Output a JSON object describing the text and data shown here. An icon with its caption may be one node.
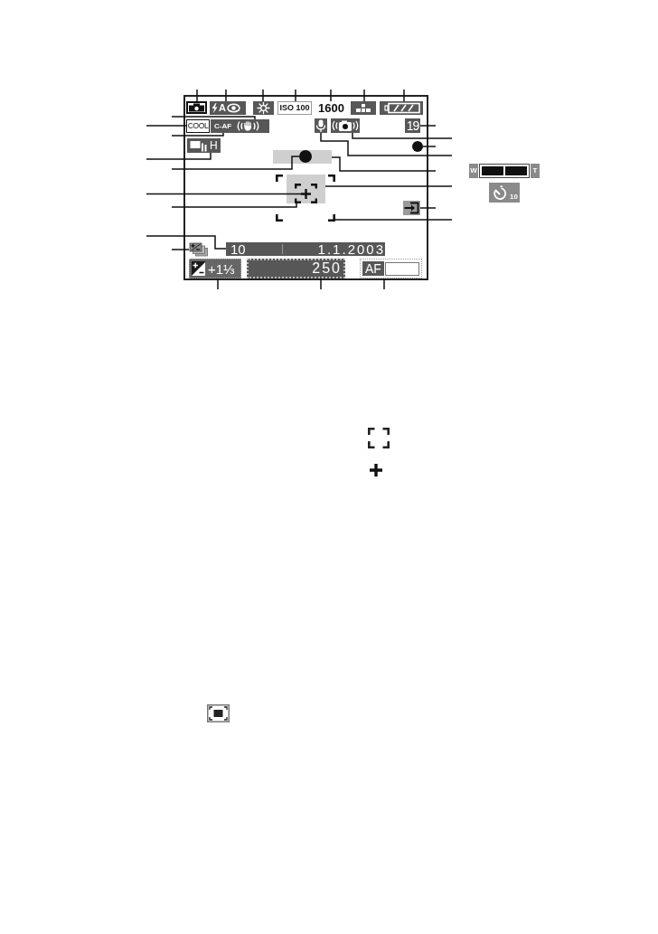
{
  "diagram": {
    "nodes": [
      {
        "text": [],
        "shape": "box"
      },
      {
        "text": [],
        "shape": "picture",
        "in": 0
      },
      {
        "text": [
          "A"
        ],
        "in": 0
      },
      {
        "text": [],
        "shape": "picture",
        "in": 0
      },
      {
        "text": [
          "ISO 100"
        ],
        "in": 0
      },
      {
        "text": [
          "1600"
        ],
        "in": 0
      },
      {
        "text": [],
        "shape": "picture",
        "in": 0
      },
      {
        "text": [],
        "shape": "picture",
        "in": 0
      },
      {
        "text": [
          "COOL"
        ],
        "in": 0
      },
      {
        "text": [
          "C-AF"
        ],
        "in": 0
      },
      {
        "text": [],
        "shape": "picture",
        "in": 0
      },
      {
        "text": [],
        "shape": "picture",
        "in": 0
      },
      {
        "text": [],
        "shape": "picture",
        "in": 0
      },
      {
        "text": [
          "19"
        ],
        "in": 0
      },
      {
        "text": [
          "H"
        ],
        "in": 0
      },
      {
        "text": [],
        "shape": "box",
        "in": 0
      },
      {
        "text": [],
        "shape": "circle",
        "in": 15
      },
      {
        "text": [],
        "shape": "circle",
        "in": 0
      },
      {
        "text": [],
        "shape": "box",
        "in": 0
      },
      {
        "text": [],
        "shape": "box",
        "in": 18
      },
      {
        "text": [],
        "shape": "picture",
        "in": 19
      },
      {
        "text": [],
        "shape": "picture",
        "in": 20
      },
      {
        "text": [],
        "shape": "picture",
        "in": 0
      },
      {
        "text": [],
        "shape": "picture",
        "in": 0
      },
      {
        "text": [
          "10",
          "1.1.2003"
        ],
        "in": 0
      },
      {
        "text": [
          "+1⅓"
        ],
        "in": 0
      },
      {
        "text": [
          "250"
        ],
        "in": 0
      },
      {
        "text": [
          "AF"
        ],
        "in": 0
      },
      {
        "text": [
          "W",
          "T"
        ]
      },
      {
        "text": [
          "10"
        ]
      }
    ],
    "edges": [
      {
        "from": null,
        "to": 1,
        "arrow": "none"
      },
      {
        "from": null,
        "to": 2,
        "arrow": "none"
      },
      {
        "from": null,
        "to": 3,
        "arrow": "none"
      },
      {
        "from": null,
        "to": 4,
        "arrow": "none"
      },
      {
        "from": null,
        "to": 5,
        "arrow": "none"
      },
      {
        "from": null,
        "to": 6,
        "arrow": "none"
      },
      {
        "from": null,
        "to": 7,
        "arrow": "none"
      },
      {
        "from": null,
        "to": 10,
        "arrow": "none"
      },
      {
        "from": null,
        "to": 8,
        "arrow": "none"
      },
      {
        "from": null,
        "to": 9,
        "arrow": "none"
      },
      {
        "from": null,
        "to": 14,
        "arrow": "none"
      },
      {
        "from": null,
        "to": 16,
        "arrow": "none"
      },
      {
        "from": null,
        "to": 21,
        "arrow": "none"
      },
      {
        "from": null,
        "to": 20,
        "arrow": "none"
      },
      {
        "from": null,
        "to": 24,
        "arrow": "none"
      },
      {
        "from": null,
        "to": 23,
        "arrow": "none"
      },
      {
        "from": null,
        "to": 13,
        "arrow": "none"
      },
      {
        "from": null,
        "to": 12,
        "arrow": "none"
      },
      {
        "from": null,
        "to": 17,
        "arrow": "none"
      },
      {
        "from": null,
        "to": 11,
        "arrow": "none"
      },
      {
        "from": null,
        "to": 15,
        "arrow": "none"
      },
      {
        "from": null,
        "to": 19,
        "arrow": "none"
      },
      {
        "from": null,
        "to": 22,
        "arrow": "none"
      },
      {
        "from": null,
        "to": 18,
        "arrow": "none"
      },
      {
        "from": null,
        "to": 25,
        "arrow": "none"
      },
      {
        "from": null,
        "to": 26,
        "arrow": "none"
      },
      {
        "from": null,
        "to": 27,
        "arrow": "none"
      }
    ]
  }
}
